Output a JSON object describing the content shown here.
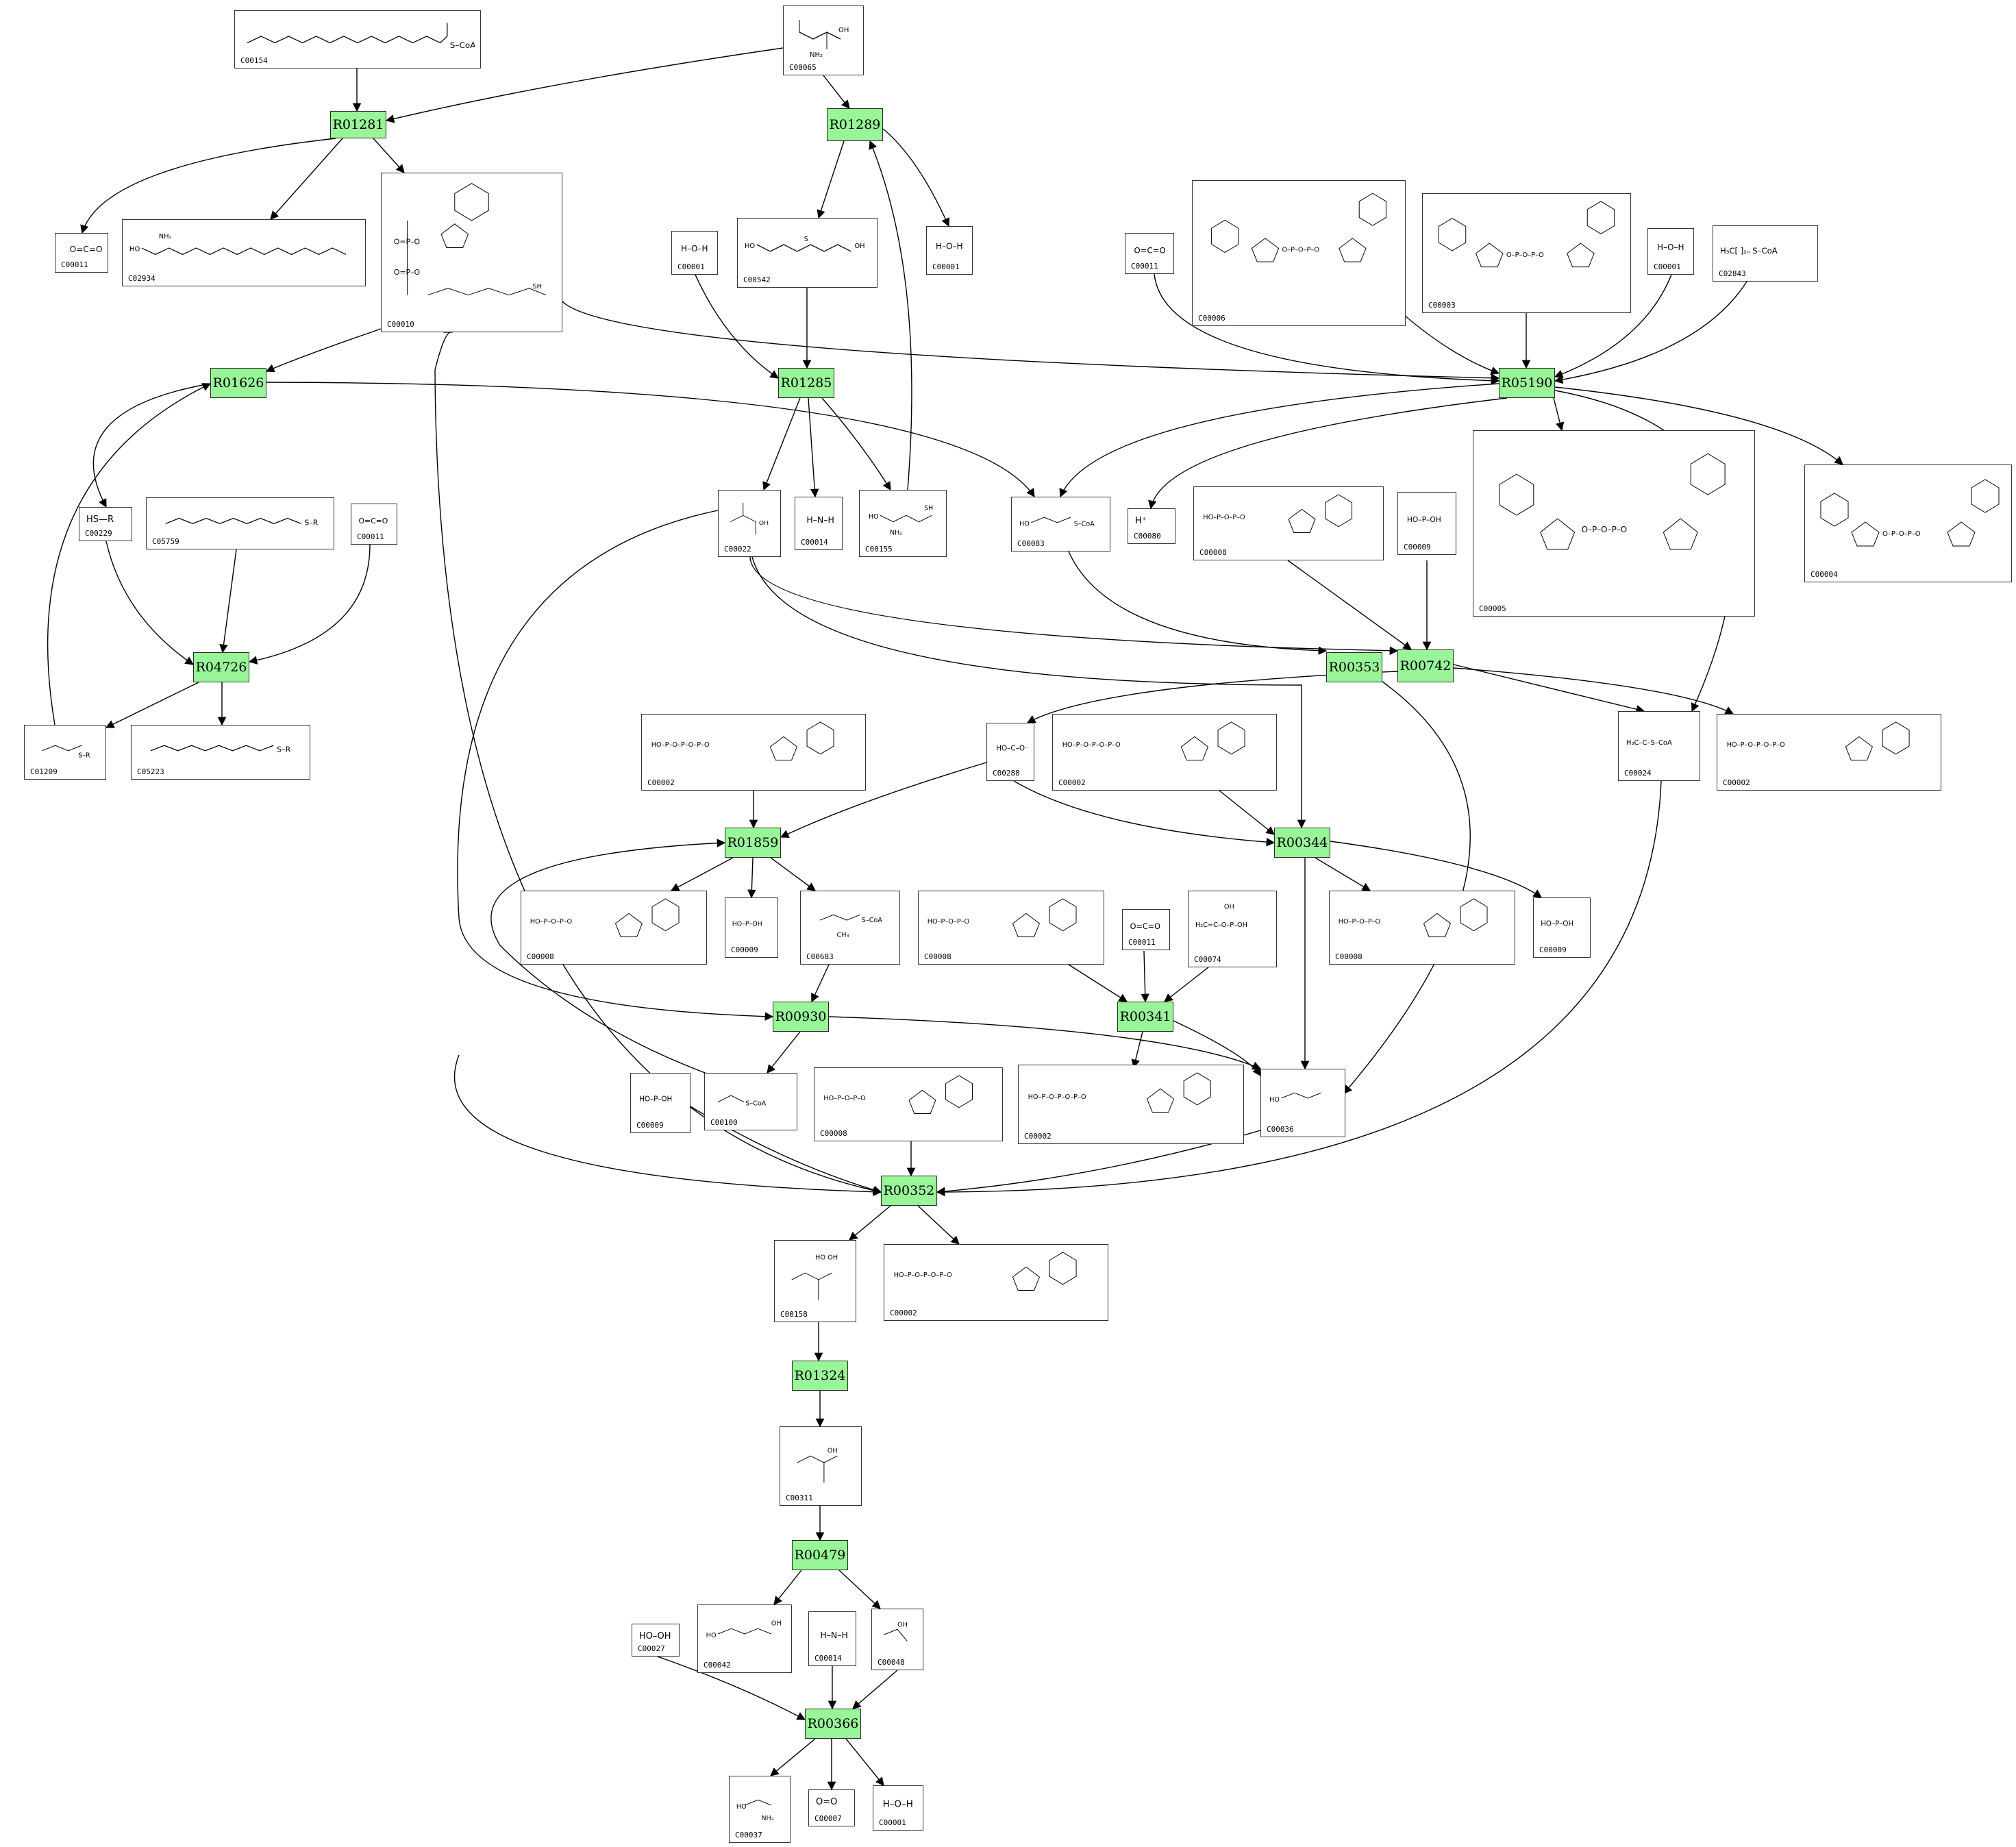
{
  "colors": {
    "reaction_fill": "#98f598",
    "edge": "#000000",
    "box_border": "#333333"
  },
  "reactions": [
    {
      "id": "R01281"
    },
    {
      "id": "R01289"
    },
    {
      "id": "R01626"
    },
    {
      "id": "R01285"
    },
    {
      "id": "R05190"
    },
    {
      "id": "R04726"
    },
    {
      "id": "R00353"
    },
    {
      "id": "R00742"
    },
    {
      "id": "R01859"
    },
    {
      "id": "R00344"
    },
    {
      "id": "R00930"
    },
    {
      "id": "R00341"
    },
    {
      "id": "R00352"
    },
    {
      "id": "R01324"
    },
    {
      "id": "R00479"
    },
    {
      "id": "R00366"
    }
  ],
  "compounds": [
    {
      "key": "c00154",
      "id": "C00154",
      "label": "",
      "icon": "acyl-coa-chain"
    },
    {
      "key": "c00065",
      "id": "C00065",
      "label": "",
      "icon": "serine"
    },
    {
      "key": "c00011_a",
      "id": "C00011",
      "label": "",
      "icon": "co2"
    },
    {
      "key": "c02934",
      "id": "C02934",
      "label": "",
      "icon": "ketosphinganine"
    },
    {
      "key": "c00010",
      "id": "C00010",
      "label": "",
      "icon": "coenzyme-a"
    },
    {
      "key": "c00001_a",
      "id": "C00001",
      "label": "",
      "icon": "water"
    },
    {
      "key": "c00542",
      "id": "C00542",
      "label": "",
      "icon": "cystathionine"
    },
    {
      "key": "c00001_b",
      "id": "C00001",
      "label": "",
      "icon": "water"
    },
    {
      "key": "c00011_b",
      "id": "C00011",
      "label": "",
      "icon": "co2"
    },
    {
      "key": "c00006",
      "id": "C00006",
      "label": "",
      "icon": "nadp"
    },
    {
      "key": "c00003_a",
      "id": "C00003",
      "label": "",
      "icon": "nad"
    },
    {
      "key": "c00001_c",
      "id": "C00001",
      "label": "",
      "icon": "water"
    },
    {
      "key": "c02843",
      "id": "C02843",
      "label": "",
      "icon": "long-chain-acyl-coa"
    },
    {
      "key": "c00229",
      "id": "C00229",
      "label": "HS—R",
      "icon": "acyl-carrier-protein"
    },
    {
      "key": "c05759",
      "id": "C05759",
      "label": "",
      "icon": "oxoacyl-acp"
    },
    {
      "key": "c00011_c",
      "id": "C00011",
      "label": "",
      "icon": "co2"
    },
    {
      "key": "c00022",
      "id": "C00022",
      "label": "",
      "icon": "pyruvate"
    },
    {
      "key": "c00014_a",
      "id": "C00014",
      "label": "",
      "icon": "ammonia"
    },
    {
      "key": "c00155",
      "id": "C00155",
      "label": "",
      "icon": "homocysteine"
    },
    {
      "key": "c00083",
      "id": "C00083",
      "label": "",
      "icon": "malonyl-coa"
    },
    {
      "key": "c00080",
      "id": "C00080",
      "label": "H⁺",
      "icon": "proton"
    },
    {
      "key": "c00008",
      "id": "C00008",
      "label": "",
      "icon": "adp"
    },
    {
      "key": "c00009_a",
      "id": "C00009",
      "label": "",
      "icon": "phosphate"
    },
    {
      "key": "c00005",
      "id": "C00005",
      "label": "",
      "icon": "nadph"
    },
    {
      "key": "c00004",
      "id": "C00004",
      "label": "",
      "icon": "nadh"
    },
    {
      "key": "c01209",
      "id": "C01209",
      "label": "",
      "icon": "malonyl-acp"
    },
    {
      "key": "c05223",
      "id": "C05223",
      "label": "",
      "icon": "dodecanoyl-acp"
    },
    {
      "key": "c00002_a",
      "id": "C00002",
      "label": "",
      "icon": "atp"
    },
    {
      "key": "c00288",
      "id": "C00288",
      "label": "",
      "icon": "bicarbonate"
    },
    {
      "key": "c00002_b",
      "id": "C00002",
      "label": "",
      "icon": "atp"
    },
    {
      "key": "c00024",
      "id": "C00024",
      "label": "",
      "icon": "acetyl-coa"
    },
    {
      "key": "c00002_c",
      "id": "C00002",
      "label": "",
      "icon": "atp"
    },
    {
      "key": "c00008_b",
      "id": "C00008",
      "label": "",
      "icon": "adp"
    },
    {
      "key": "c00009_b",
      "id": "C00009",
      "label": "",
      "icon": "phosphate"
    },
    {
      "key": "c00683",
      "id": "C00683",
      "label": "",
      "icon": "methylmalonyl-coa"
    },
    {
      "key": "c00008_c",
      "id": "C00008",
      "label": "",
      "icon": "adp"
    },
    {
      "key": "c00011_d",
      "id": "C00011",
      "label": "",
      "icon": "co2"
    },
    {
      "key": "c00074",
      "id": "C00074",
      "label": "",
      "icon": "phosphoenolpyruvate"
    },
    {
      "key": "c00008_d",
      "id": "C00008",
      "label": "",
      "icon": "adp"
    },
    {
      "key": "c00009_c",
      "id": "C00009",
      "label": "",
      "icon": "phosphate"
    },
    {
      "key": "c00009_d",
      "id": "C00009",
      "label": "",
      "icon": "phosphate"
    },
    {
      "key": "c00100",
      "id": "C00100",
      "label": "",
      "icon": "propanoyl-coa"
    },
    {
      "key": "c00008_e",
      "id": "C00008",
      "label": "",
      "icon": "adp"
    },
    {
      "key": "c00002_d",
      "id": "C00002",
      "label": "",
      "icon": "atp"
    },
    {
      "key": "c00036",
      "id": "C00036",
      "label": "",
      "icon": "oxaloacetate"
    },
    {
      "key": "c00158",
      "id": "C00158",
      "label": "",
      "icon": "citrate"
    },
    {
      "key": "c00002_e",
      "id": "C00002",
      "label": "",
      "icon": "atp"
    },
    {
      "key": "c00311",
      "id": "C00311",
      "label": "",
      "icon": "isocitrate"
    },
    {
      "key": "c00027",
      "id": "C00027",
      "label": "HO–OH",
      "icon": "hydrogen-peroxide"
    },
    {
      "key": "c00042",
      "id": "C00042",
      "label": "",
      "icon": "succinate"
    },
    {
      "key": "c00014_b",
      "id": "C00014",
      "label": "",
      "icon": "ammonia"
    },
    {
      "key": "c00048",
      "id": "C00048",
      "label": "",
      "icon": "glyoxylate"
    },
    {
      "key": "c00037",
      "id": "C00037",
      "label": "",
      "icon": "glycine"
    },
    {
      "key": "c00007",
      "id": "C00007",
      "label": "O=O",
      "icon": "oxygen"
    },
    {
      "key": "c00001_d",
      "id": "C00001",
      "label": "",
      "icon": "water"
    }
  ]
}
